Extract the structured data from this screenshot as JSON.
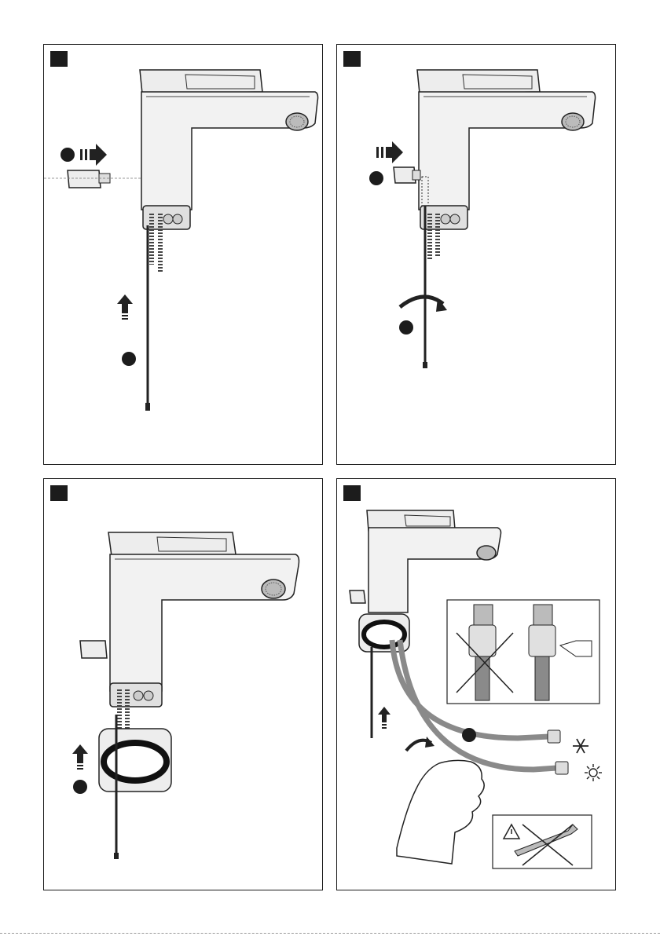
{
  "page": {
    "title": "",
    "colors": {
      "ink": "#1c1c1c",
      "chrome": "#ededed",
      "hose": "#8a8a8a",
      "panel_border": "#1a1a1a"
    }
  },
  "panels": [
    {
      "step_marker": "filled-square",
      "icons": [
        "cartridge-handle",
        "push-arrow",
        "lift-arrow",
        "pull-rod"
      ]
    },
    {
      "step_marker": "filled-square",
      "icons": [
        "push-arrow",
        "rotate-arrow",
        "pull-rod"
      ]
    },
    {
      "step_marker": "filled-square",
      "icons": [
        "mounting-ring",
        "lift-arrow"
      ]
    },
    {
      "step_marker": "filled-square",
      "icons": [
        "wrong-connection-crossed",
        "right-connection-hand",
        "cold-snowflake-icon",
        "hot-sun-icon",
        "warning-triangle-icon",
        "no-wrench-icon"
      ]
    }
  ]
}
